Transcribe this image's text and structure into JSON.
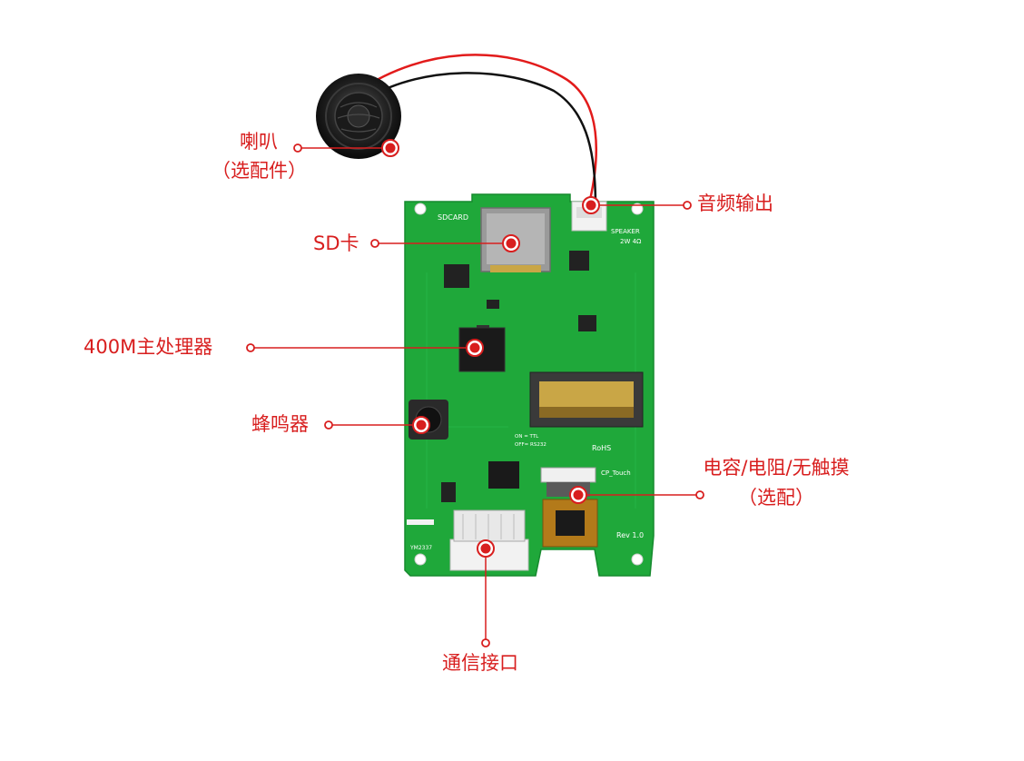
{
  "labels": {
    "speaker_line1": "喇叭",
    "speaker_line2": "（选配件）",
    "audio_out": "音频输出",
    "sd_card": "SD卡",
    "processor": "400M主处理器",
    "buzzer": "蜂鸣器",
    "touch_line1": "电容/电阻/无触摸",
    "touch_line2": "（选配）",
    "comm": "通信接口"
  },
  "silkscreen": {
    "sdcard": "SDCARD",
    "speaker": "SPEAKER",
    "speaker_spec": "2W 4Ω",
    "on_ttl": "ON = TTL",
    "off_rs232": "OFF= RS232",
    "rohs": "RoHS",
    "cp_touch": "CP_Touch",
    "rev": "Rev 1.0",
    "model": "YM2337"
  },
  "colors": {
    "pcb": "#1fa83a",
    "pcb_dark": "#168a2e",
    "accent": "#d81e1e",
    "leader": "#d81e1e"
  }
}
